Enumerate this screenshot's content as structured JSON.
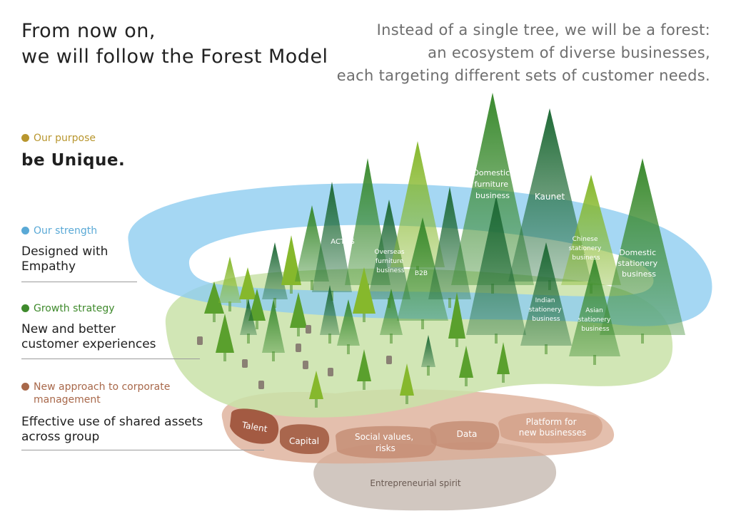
{
  "headline": {
    "line1": "From now on,",
    "line2": "we will follow the Forest Model"
  },
  "subheadline": {
    "line1": "Instead of a single tree, we will be a forest:",
    "line2": "an ecosystem of diverse businesses,",
    "line3": "each targeting different sets of customer needs."
  },
  "sections": {
    "purpose": {
      "label": "Our purpose",
      "color": "#b8962e",
      "body": "be Unique."
    },
    "strength": {
      "label": "Our strength",
      "color": "#5aa9d6",
      "line1": "Designed with",
      "line2": "Empathy"
    },
    "growth": {
      "label": "Growth strategy",
      "color": "#3f8a2c",
      "line1": "New and better",
      "line2": "customer experiences"
    },
    "approach": {
      "label_line1": "New approach to corporate",
      "label_line2": "management",
      "color": "#a8684a",
      "line1": "Effective use of shared assets",
      "line2": "across group"
    }
  },
  "layers": {
    "strength_color": "#8ecdf0",
    "growth_color": "#c9e2a8",
    "assets_color": "#dba991",
    "spirit_color": "#c9bdb5"
  },
  "assets": [
    "Talent",
    "Capital",
    "Social values,",
    "risks",
    "Data",
    "Platform for",
    "new businesses"
  ],
  "foundation": "Entrepreneurial spirit",
  "businesses": {
    "domestic_furniture": [
      "Domestic",
      "furniture",
      "business"
    ],
    "kaunet": [
      "Kaunet"
    ],
    "actus": [
      "ACTUS"
    ],
    "overseas_furniture": [
      "Overseas",
      "furniture",
      "business"
    ],
    "b2b": [
      "B2B"
    ],
    "chinese_stationery": [
      "Chinese",
      "stationery",
      "business"
    ],
    "domestic_stationery": [
      "Domestic",
      "stationery",
      "business"
    ],
    "indian_stationery": [
      "Indian",
      "stationery",
      "business"
    ],
    "asian_stationery": [
      "Asian",
      "stationery",
      "business"
    ]
  },
  "tree_colors": [
    "#2f7d2a",
    "#1f6a36",
    "#5aa02d",
    "#8dbb2e",
    "#3d8f34"
  ]
}
